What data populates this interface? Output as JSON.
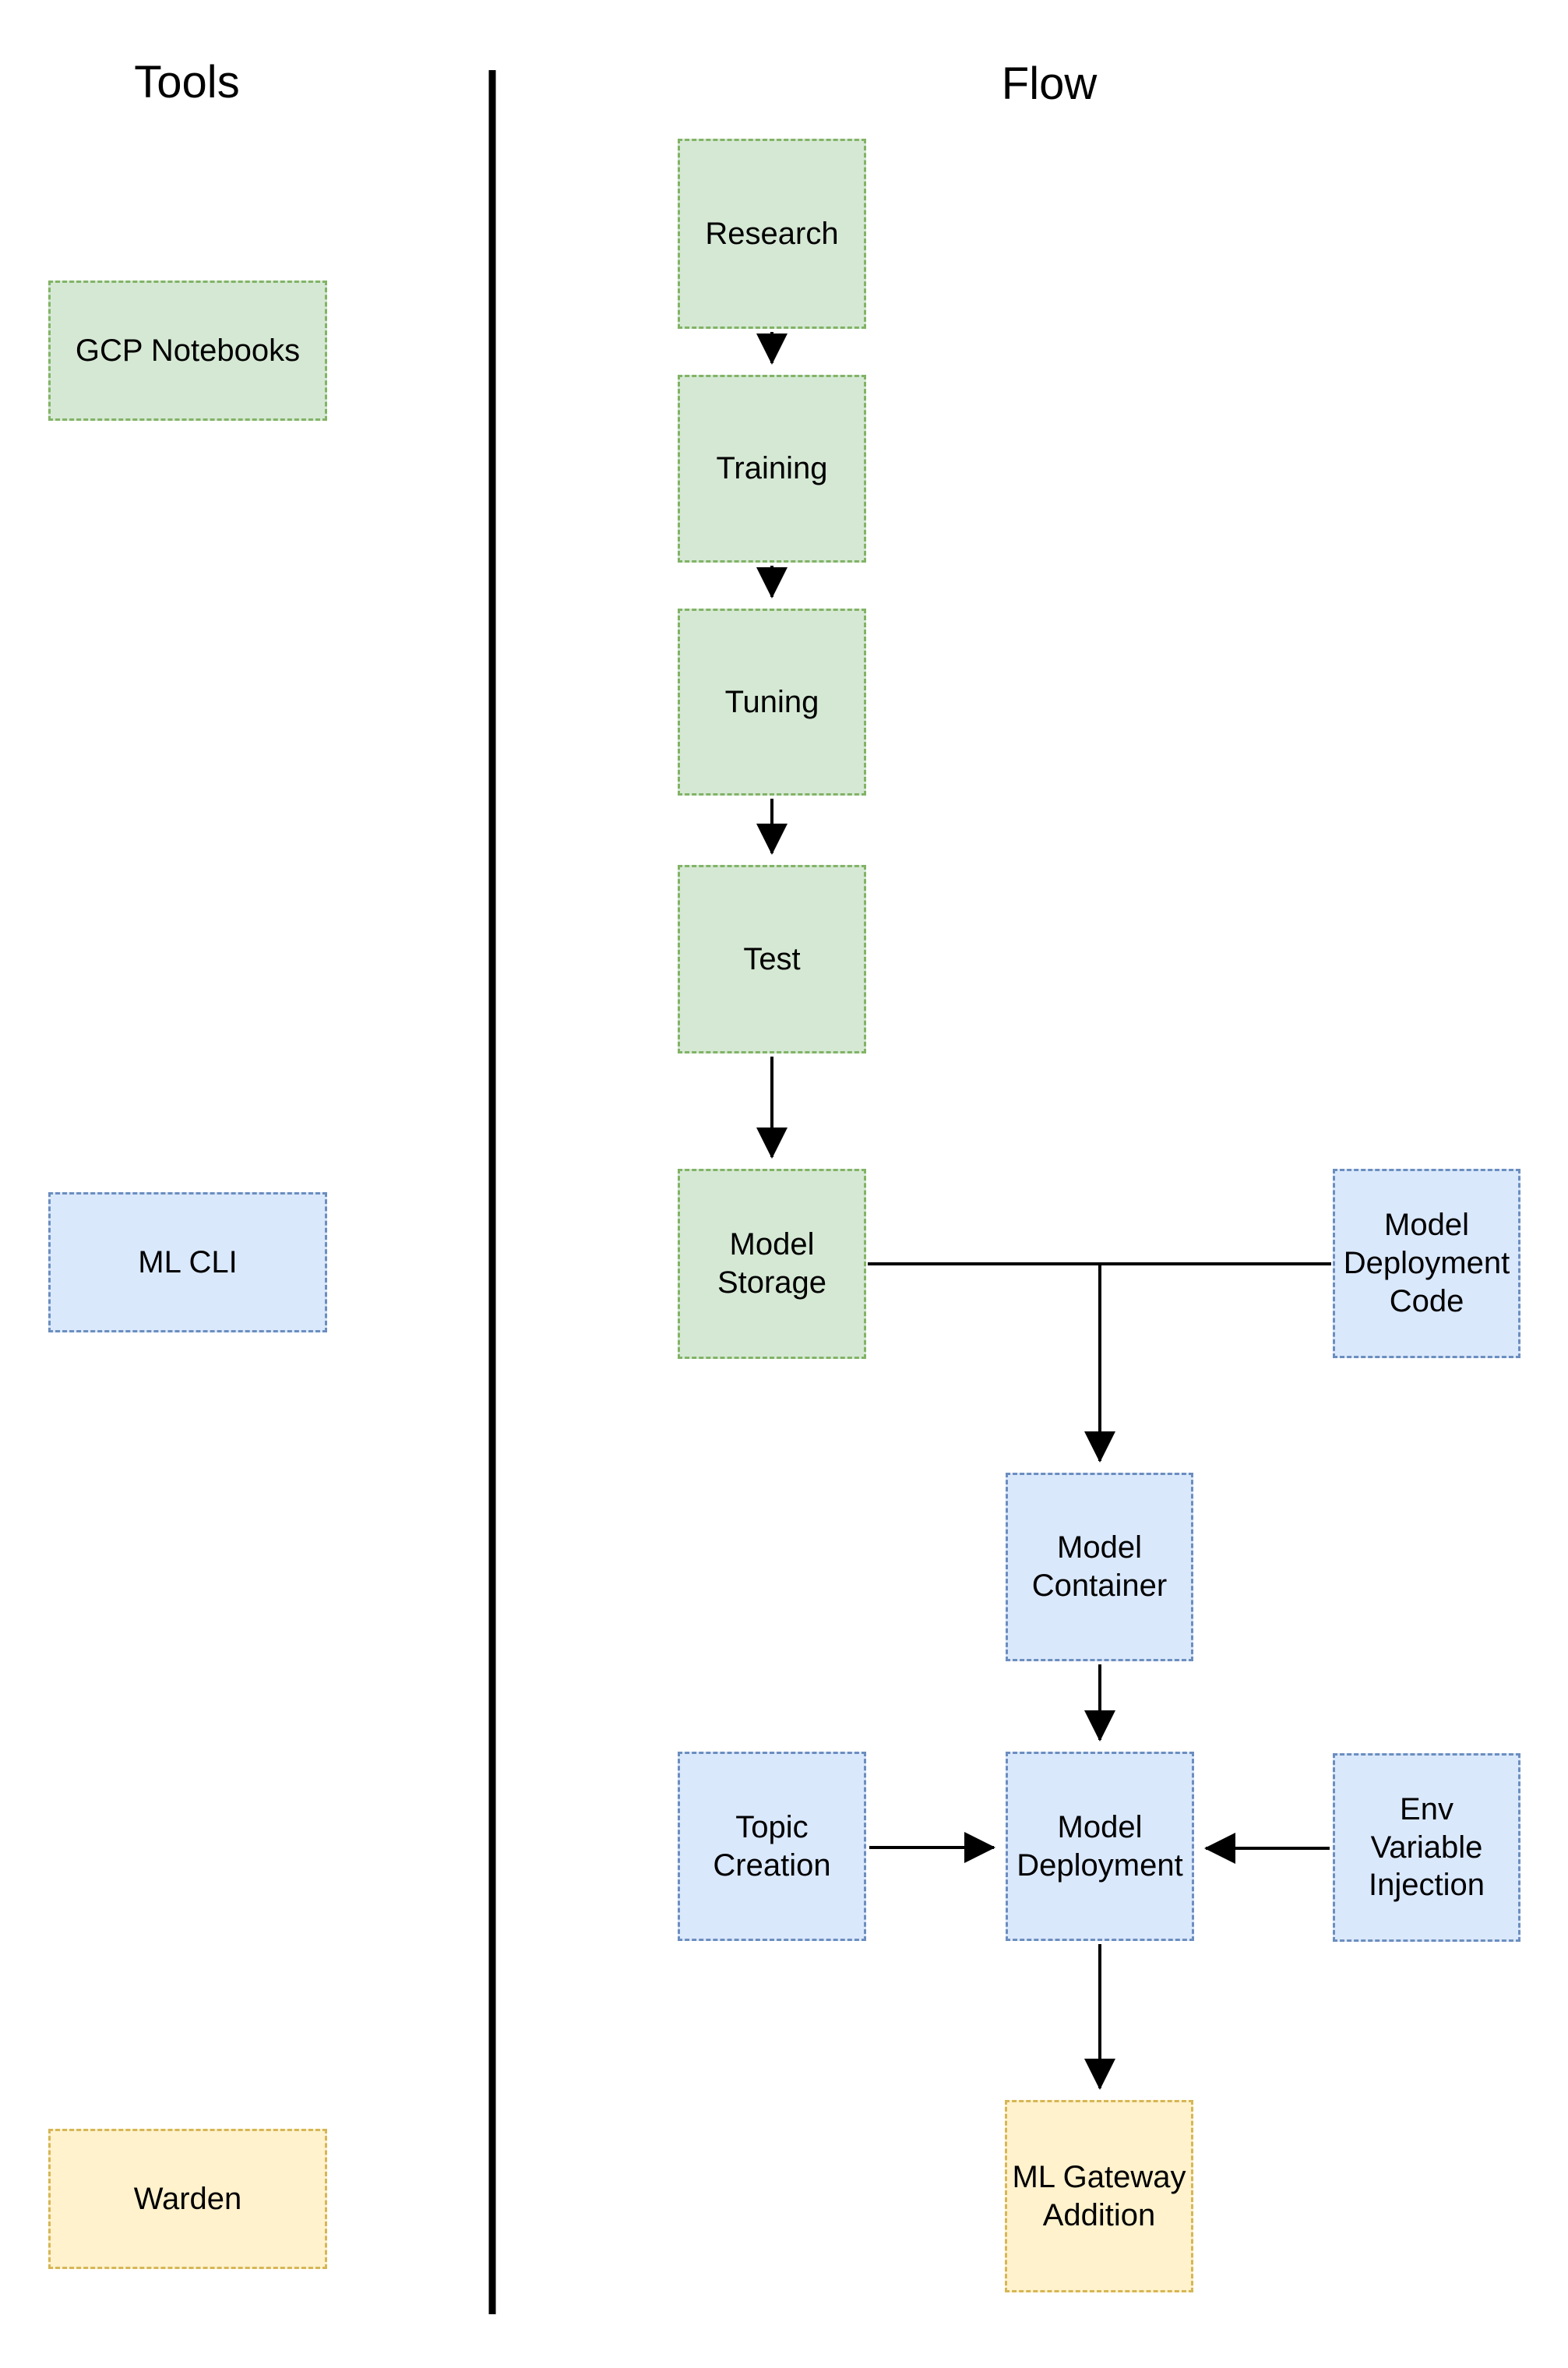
{
  "diagram": {
    "titles": {
      "left": "Tools",
      "right": "Flow"
    },
    "palette": {
      "green_fill": "#d5e8d4",
      "green_stroke": "#82b366",
      "blue_fill": "#dae8fc",
      "blue_stroke": "#6c8ebf",
      "yellow_fill": "#fff2cc",
      "yellow_stroke": "#d6b656",
      "line_color": "#000000",
      "text_color": "#000000"
    },
    "tools": [
      {
        "label": "GCP Notebooks",
        "color": "green"
      },
      {
        "label": "ML CLI",
        "color": "blue"
      },
      {
        "label": "Warden",
        "color": "yellow"
      }
    ],
    "flow_nodes": [
      {
        "label": "Research",
        "color": "green"
      },
      {
        "label": "Training",
        "color": "green"
      },
      {
        "label": "Tuning",
        "color": "green"
      },
      {
        "label": "Test",
        "color": "green"
      },
      {
        "label": "Model Storage",
        "color": "green"
      },
      {
        "label": "Model Deployment Code",
        "color": "blue"
      },
      {
        "label": "Model Container",
        "color": "blue"
      },
      {
        "label": "Topic Creation",
        "color": "blue"
      },
      {
        "label": "Model Deployment",
        "color": "blue"
      },
      {
        "label": "Env Variable Injection",
        "color": "blue"
      },
      {
        "label": "ML Gateway Addition",
        "color": "yellow"
      }
    ],
    "edges": [
      {
        "from": "Research",
        "to": "Training",
        "arrow": true
      },
      {
        "from": "Training",
        "to": "Tuning",
        "arrow": true
      },
      {
        "from": "Tuning",
        "to": "Test",
        "arrow": true
      },
      {
        "from": "Test",
        "to": "Model Storage",
        "arrow": true
      },
      {
        "from": "Model Storage",
        "to": "Model Deployment Code",
        "arrow": false
      },
      {
        "from": "Model Storage / Model Deployment Code",
        "to": "Model Container",
        "arrow": true
      },
      {
        "from": "Model Container",
        "to": "Model Deployment",
        "arrow": true
      },
      {
        "from": "Topic Creation",
        "to": "Model Deployment",
        "arrow": true
      },
      {
        "from": "Env Variable Injection",
        "to": "Model Deployment",
        "arrow": true
      },
      {
        "from": "Model Deployment",
        "to": "ML Gateway Addition",
        "arrow": true
      }
    ]
  }
}
